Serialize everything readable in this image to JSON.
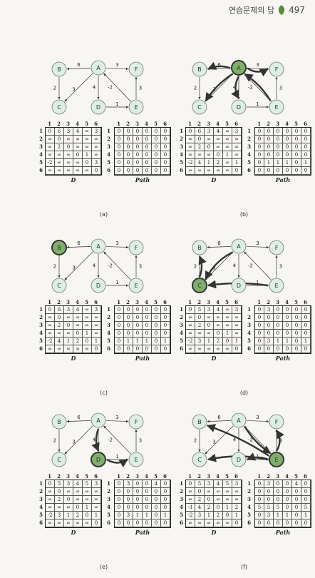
{
  "header": {
    "text": "연습문제의 답",
    "page": "497"
  },
  "col_labels": [
    "1",
    "2",
    "3",
    "4",
    "5",
    "6"
  ],
  "row_labels": [
    "1",
    "2",
    "3",
    "4",
    "5",
    "6"
  ],
  "node_labels": {
    "B": "B",
    "A": "A",
    "F": "F",
    "C": "C",
    "D": "D",
    "E": "E"
  },
  "edge_labels": [
    "6",
    "3",
    "2",
    "3",
    "4",
    "-2",
    "1",
    "3"
  ],
  "panels": [
    {
      "caption": "(a)",
      "highlight": [],
      "paths": [],
      "D": [
        [
          "0",
          "6",
          "3",
          "4",
          "∞",
          "3"
        ],
        [
          "∞",
          "0",
          "∞",
          "∞",
          "∞",
          "∞"
        ],
        [
          "∞",
          "2",
          "0",
          "∞",
          "∞",
          "∞"
        ],
        [
          "∞",
          "∞",
          "∞",
          "0",
          "1",
          "∞"
        ],
        [
          "-2",
          "∞",
          "∞",
          "∞",
          "0",
          "3"
        ],
        [
          "∞",
          "∞",
          "∞",
          "∞",
          "∞",
          "0"
        ]
      ],
      "P": [
        [
          "0",
          "0",
          "0",
          "0",
          "0",
          "0"
        ],
        [
          "0",
          "0",
          "0",
          "0",
          "0",
          "0"
        ],
        [
          "0",
          "0",
          "0",
          "0",
          "0",
          "0"
        ],
        [
          "0",
          "0",
          "0",
          "0",
          "0",
          "0"
        ],
        [
          "0",
          "0",
          "0",
          "0",
          "0",
          "0"
        ],
        [
          "0",
          "0",
          "0",
          "0",
          "0",
          "0"
        ]
      ],
      "d_label": "D",
      "p_label": "Path"
    },
    {
      "caption": "(b)",
      "highlight": [
        "A"
      ],
      "paths": [
        "AB",
        "AF",
        "AC",
        "AD",
        "EA"
      ],
      "D": [
        [
          "0",
          "6",
          "3",
          "4",
          "∞",
          "3"
        ],
        [
          "∞",
          "0",
          "∞",
          "∞",
          "∞",
          "∞"
        ],
        [
          "∞",
          "2",
          "0",
          "∞",
          "∞",
          "∞"
        ],
        [
          "∞",
          "∞",
          "∞",
          "0",
          "1",
          "∞"
        ],
        [
          "-2",
          "4",
          "1",
          "2",
          "∞",
          "1"
        ],
        [
          "∞",
          "∞",
          "∞",
          "∞",
          "∞",
          "0"
        ]
      ],
      "P": [
        [
          "0",
          "0",
          "0",
          "0",
          "0",
          "0"
        ],
        [
          "0",
          "0",
          "0",
          "0",
          "0",
          "0"
        ],
        [
          "0",
          "0",
          "0",
          "0",
          "0",
          "0"
        ],
        [
          "0",
          "0",
          "0",
          "0",
          "0",
          "0"
        ],
        [
          "0",
          "1",
          "1",
          "1",
          "0",
          "1"
        ],
        [
          "0",
          "0",
          "0",
          "0",
          "0",
          "0"
        ]
      ],
      "d_label": "D",
      "p_label": "Path"
    },
    {
      "caption": "(c)",
      "highlight": [
        "B"
      ],
      "paths": [],
      "D": [
        [
          "0",
          "6",
          "3",
          "4",
          "∞",
          "3"
        ],
        [
          "∞",
          "0",
          "∞",
          "∞",
          "∞",
          "∞"
        ],
        [
          "∞",
          "2",
          "0",
          "∞",
          "∞",
          "∞"
        ],
        [
          "∞",
          "∞",
          "∞",
          "0",
          "1",
          "∞"
        ],
        [
          "-2",
          "4",
          "1",
          "2",
          "0",
          "1"
        ],
        [
          "∞",
          "∞",
          "∞",
          "∞",
          "∞",
          "0"
        ]
      ],
      "P": [
        [
          "0",
          "0",
          "0",
          "0",
          "0",
          "0"
        ],
        [
          "0",
          "0",
          "0",
          "0",
          "0",
          "0"
        ],
        [
          "0",
          "0",
          "0",
          "0",
          "0",
          "0"
        ],
        [
          "0",
          "0",
          "0",
          "0",
          "0",
          "0"
        ],
        [
          "0",
          "1",
          "1",
          "1",
          "0",
          "1"
        ],
        [
          "0",
          "0",
          "0",
          "0",
          "0",
          "0"
        ]
      ],
      "d_label": "D",
      "p_label": "Path"
    },
    {
      "caption": "(d)",
      "highlight": [
        "C"
      ],
      "paths": [
        "CB",
        "AC",
        "EC"
      ],
      "D": [
        [
          "0",
          "5",
          "3",
          "4",
          "∞",
          "3"
        ],
        [
          "∞",
          "0",
          "∞",
          "∞",
          "∞",
          "∞"
        ],
        [
          "∞",
          "2",
          "0",
          "∞",
          "∞",
          "∞"
        ],
        [
          "∞",
          "∞",
          "∞",
          "0",
          "1",
          "∞"
        ],
        [
          "-2",
          "3",
          "1",
          "2",
          "0",
          "1"
        ],
        [
          "∞",
          "∞",
          "∞",
          "∞",
          "∞",
          "0"
        ]
      ],
      "P": [
        [
          "0",
          "3",
          "0",
          "0",
          "0",
          "0"
        ],
        [
          "0",
          "0",
          "0",
          "0",
          "0",
          "0"
        ],
        [
          "0",
          "0",
          "0",
          "0",
          "0",
          "0"
        ],
        [
          "0",
          "0",
          "0",
          "0",
          "0",
          "0"
        ],
        [
          "0",
          "3",
          "1",
          "1",
          "0",
          "1"
        ],
        [
          "0",
          "0",
          "0",
          "0",
          "0",
          "0"
        ]
      ],
      "d_label": "D",
      "p_label": "Path"
    },
    {
      "caption": "(e)",
      "highlight": [
        "D"
      ],
      "paths": [
        "AD",
        "DE"
      ],
      "D": [
        [
          "0",
          "5",
          "3",
          "4",
          "5",
          "3"
        ],
        [
          "∞",
          "0",
          "∞",
          "∞",
          "∞",
          "∞"
        ],
        [
          "∞",
          "2",
          "0",
          "∞",
          "∞",
          "∞"
        ],
        [
          "∞",
          "∞",
          "∞",
          "0",
          "1",
          "∞"
        ],
        [
          "-2",
          "3",
          "1",
          "2",
          "0",
          "1"
        ],
        [
          "∞",
          "∞",
          "∞",
          "∞",
          "∞",
          "0"
        ]
      ],
      "P": [
        [
          "0",
          "3",
          "0",
          "0",
          "4",
          "0"
        ],
        [
          "0",
          "0",
          "0",
          "0",
          "0",
          "0"
        ],
        [
          "0",
          "0",
          "0",
          "0",
          "0",
          "0"
        ],
        [
          "0",
          "0",
          "0",
          "0",
          "0",
          "0"
        ],
        [
          "0",
          "3",
          "1",
          "1",
          "0",
          "1"
        ],
        [
          "0",
          "0",
          "0",
          "0",
          "0",
          "0"
        ]
      ],
      "d_label": "D",
      "p_label": "Path"
    },
    {
      "caption": "(f)",
      "highlight": [
        "E"
      ],
      "paths": [
        "EB",
        "EC",
        "ED",
        "EF",
        "AE"
      ],
      "D": [
        [
          "0",
          "5",
          "3",
          "4",
          "5",
          "3"
        ],
        [
          "∞",
          "0",
          "∞",
          "∞",
          "∞",
          "∞"
        ],
        [
          "∞",
          "2",
          "0",
          "∞",
          "∞",
          "∞"
        ],
        [
          "-1",
          "4",
          "2",
          "0",
          "1",
          "2"
        ],
        [
          "-2",
          "3",
          "1",
          "2",
          "0",
          "1"
        ],
        [
          "∞",
          "∞",
          "∞",
          "∞",
          "∞",
          "0"
        ]
      ],
      "P": [
        [
          "0",
          "3",
          "0",
          "0",
          "4",
          "0"
        ],
        [
          "0",
          "0",
          "0",
          "0",
          "0",
          "0"
        ],
        [
          "0",
          "0",
          "0",
          "0",
          "0",
          "0"
        ],
        [
          "5",
          "5",
          "5",
          "0",
          "0",
          "5"
        ],
        [
          "0",
          "3",
          "1",
          "1",
          "0",
          "1"
        ],
        [
          "0",
          "0",
          "0",
          "0",
          "0",
          "0"
        ]
      ],
      "d_label": "D",
      "p_label": "Path"
    }
  ]
}
